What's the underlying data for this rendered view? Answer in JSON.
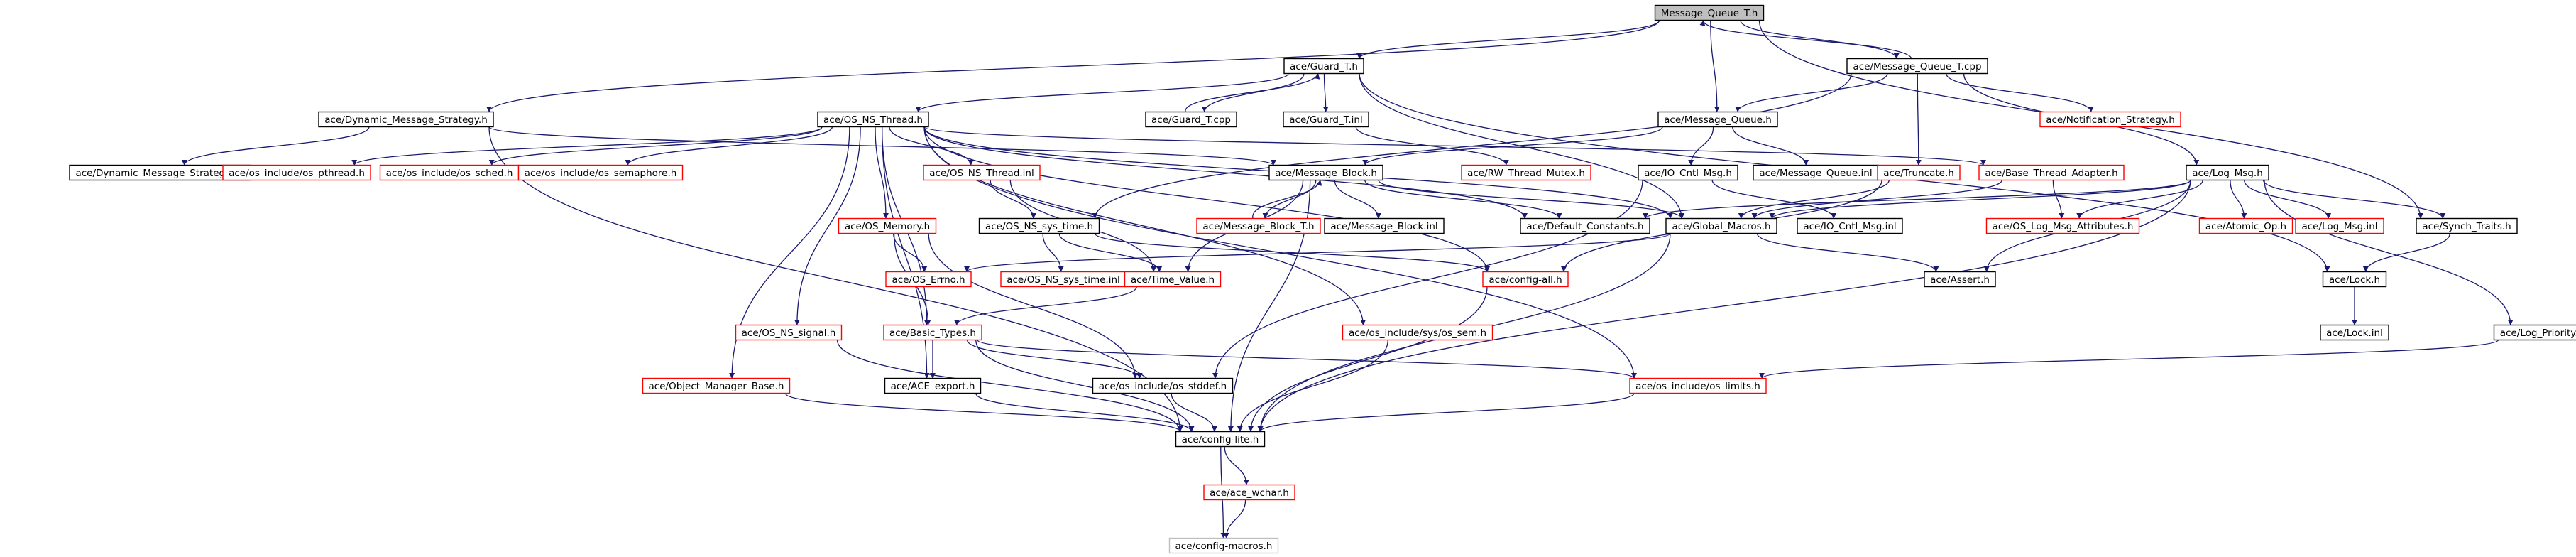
{
  "colors": {
    "background": "#ffffff",
    "edge": "#191970",
    "edge_inherit": "#7b8bb8",
    "highlight_fill": "#bfbfbf",
    "border_normal": "#000000",
    "border_missing": "#ff0000",
    "border_grey": "#bfbfbf",
    "text": "#000000"
  },
  "nodes": [
    {
      "id": "mqt_h",
      "label": "Message_Queue_T.h",
      "style": "highlight"
    },
    {
      "id": "guard_t_h",
      "label": "ace/Guard_T.h",
      "style": "normal"
    },
    {
      "id": "mqt_cpp",
      "label": "ace/Message_Queue_T.cpp",
      "style": "normal"
    },
    {
      "id": "dms_h",
      "label": "ace/Dynamic_Message_Strategy.h",
      "style": "normal"
    },
    {
      "id": "nsthr_h",
      "label": "ace/OS_NS_Thread.h",
      "style": "normal"
    },
    {
      "id": "guard_cpp",
      "label": "ace/Guard_T.cpp",
      "style": "normal"
    },
    {
      "id": "guard_inl",
      "label": "ace/Guard_T.inl",
      "style": "normal"
    },
    {
      "id": "mq_h",
      "label": "ace/Message_Queue.h",
      "style": "normal"
    },
    {
      "id": "notif",
      "label": "ace/Notification_Strategy.h",
      "style": "missing"
    },
    {
      "id": "dms_inl",
      "label": "ace/Dynamic_Message_Strategy.inl",
      "style": "normal"
    },
    {
      "id": "pthread",
      "label": "ace/os_include/os_pthread.h",
      "style": "missing"
    },
    {
      "id": "sched",
      "label": "ace/os_include/os_sched.h",
      "style": "missing"
    },
    {
      "id": "sema",
      "label": "ace/os_include/os_semaphore.h",
      "style": "missing"
    },
    {
      "id": "nsthr_inl",
      "label": "ace/OS_NS_Thread.inl",
      "style": "missing"
    },
    {
      "id": "mb_h",
      "label": "ace/Message_Block.h",
      "style": "normal"
    },
    {
      "id": "rwmutex",
      "label": "ace/RW_Thread_Mutex.h",
      "style": "missing"
    },
    {
      "id": "iocntl_h",
      "label": "ace/IO_Cntl_Msg.h",
      "style": "normal"
    },
    {
      "id": "mq_inl",
      "label": "ace/Message_Queue.inl",
      "style": "normal"
    },
    {
      "id": "truncate",
      "label": "ace/Truncate.h",
      "style": "missing"
    },
    {
      "id": "bta",
      "label": "ace/Base_Thread_Adapter.h",
      "style": "missing"
    },
    {
      "id": "logmsg",
      "label": "ace/Log_Msg.h",
      "style": "normal"
    },
    {
      "id": "mem",
      "label": "ace/OS_Memory.h",
      "style": "missing"
    },
    {
      "id": "nstime_h",
      "label": "ace/OS_NS_sys_time.h",
      "style": "normal"
    },
    {
      "id": "mbt_h",
      "label": "ace/Message_Block_T.h",
      "style": "missing"
    },
    {
      "id": "mb_inl",
      "label": "ace/Message_Block.inl",
      "style": "normal"
    },
    {
      "id": "defconst",
      "label": "ace/Default_Constants.h",
      "style": "normal"
    },
    {
      "id": "globmac",
      "label": "ace/Global_Macros.h",
      "style": "normal"
    },
    {
      "id": "iocntl_inl",
      "label": "ace/IO_Cntl_Msg.inl",
      "style": "normal"
    },
    {
      "id": "logattr",
      "label": "ace/OS_Log_Msg_Attributes.h",
      "style": "missing"
    },
    {
      "id": "atomic",
      "label": "ace/Atomic_Op.h",
      "style": "missing"
    },
    {
      "id": "logmsg_inl",
      "label": "ace/Log_Msg.inl",
      "style": "missing"
    },
    {
      "id": "synch",
      "label": "ace/Synch_Traits.h",
      "style": "normal"
    },
    {
      "id": "errno",
      "label": "ace/OS_Errno.h",
      "style": "missing"
    },
    {
      "id": "nstime_inl",
      "label": "ace/OS_NS_sys_time.inl",
      "style": "missing"
    },
    {
      "id": "timeval",
      "label": "ace/Time_Value.h",
      "style": "missing"
    },
    {
      "id": "cfgall",
      "label": "ace/config-all.h",
      "style": "missing"
    },
    {
      "id": "assert",
      "label": "ace/Assert.h",
      "style": "normal"
    },
    {
      "id": "lock_h",
      "label": "ace/Lock.h",
      "style": "normal"
    },
    {
      "id": "nssignal",
      "label": "ace/OS_NS_signal.h",
      "style": "missing"
    },
    {
      "id": "basic",
      "label": "ace/Basic_Types.h",
      "style": "missing"
    },
    {
      "id": "ossem",
      "label": "ace/os_include/sys/os_sem.h",
      "style": "missing"
    },
    {
      "id": "lock_inl",
      "label": "ace/Lock.inl",
      "style": "normal"
    },
    {
      "id": "logprio",
      "label": "ace/Log_Priority.h",
      "style": "normal"
    },
    {
      "id": "omb",
      "label": "ace/Object_Manager_Base.h",
      "style": "missing"
    },
    {
      "id": "export",
      "label": "ace/ACE_export.h",
      "style": "normal"
    },
    {
      "id": "stddef",
      "label": "ace/os_include/os_stddef.h",
      "style": "normal"
    },
    {
      "id": "limits",
      "label": "ace/os_include/os_limits.h",
      "style": "missing"
    },
    {
      "id": "cfglite",
      "label": "ace/config-lite.h",
      "style": "normal"
    },
    {
      "id": "wchar",
      "label": "ace/ace_wchar.h",
      "style": "missing"
    },
    {
      "id": "cfgmac",
      "label": "ace/config-macros.h",
      "style": "grey"
    }
  ],
  "edges": [
    [
      "mqt_h",
      "guard_t_h"
    ],
    [
      "mqt_h",
      "mqt_cpp"
    ],
    [
      "mqt_h",
      "dms_h"
    ],
    [
      "mqt_h",
      "mq_h"
    ],
    [
      "mqt_h",
      "synch"
    ],
    [
      "mqt_cpp",
      "mqt_h"
    ],
    [
      "mqt_cpp",
      "mq_h"
    ],
    [
      "mqt_cpp",
      "notif"
    ],
    [
      "mqt_cpp",
      "logmsg"
    ],
    [
      "mqt_cpp",
      "truncate"
    ],
    [
      "mqt_cpp",
      "nstime_h"
    ],
    [
      "guard_t_h",
      "nsthr_h"
    ],
    [
      "guard_t_h",
      "guard_cpp"
    ],
    [
      "guard_t_h",
      "guard_inl"
    ],
    [
      "guard_t_h",
      "lock_h"
    ],
    [
      "guard_t_h",
      "globmac"
    ],
    [
      "guard_cpp",
      "guard_t_h"
    ],
    [
      "guard_inl",
      "rwmutex"
    ],
    [
      "dms_h",
      "dms_inl"
    ],
    [
      "dms_h",
      "mb_h"
    ],
    [
      "dms_h",
      "cfglite"
    ],
    [
      "nsthr_h",
      "pthread"
    ],
    [
      "nsthr_h",
      "sched"
    ],
    [
      "nsthr_h",
      "sema"
    ],
    [
      "nsthr_h",
      "nsthr_inl"
    ],
    [
      "nsthr_h",
      "mem"
    ],
    [
      "nsthr_h",
      "defconst"
    ],
    [
      "nsthr_h",
      "globmac"
    ],
    [
      "nsthr_h",
      "bta"
    ],
    [
      "nsthr_h",
      "nssignal"
    ],
    [
      "nsthr_h",
      "omb"
    ],
    [
      "nsthr_h",
      "basic"
    ],
    [
      "nsthr_h",
      "export"
    ],
    [
      "nsthr_h",
      "ossem"
    ],
    [
      "nsthr_h",
      "cfgall"
    ],
    [
      "nsthr_h",
      "limits"
    ],
    [
      "nsthr_inl",
      "nstime_h"
    ],
    [
      "nsthr_inl",
      "timeval"
    ],
    [
      "mq_h",
      "mb_h"
    ],
    [
      "mq_h",
      "iocntl_h"
    ],
    [
      "mq_h",
      "mq_inl"
    ],
    [
      "mb_h",
      "mbt_h"
    ],
    [
      "mb_h",
      "mb_inl"
    ],
    [
      "mb_h",
      "defconst"
    ],
    [
      "mb_h",
      "globmac"
    ],
    [
      "mb_h",
      "timeval"
    ],
    [
      "mb_h",
      "cfglite"
    ],
    [
      "mbt_h",
      "mb_h"
    ],
    [
      "iocntl_h",
      "iocntl_inl"
    ],
    [
      "iocntl_h",
      "stddef"
    ],
    [
      "truncate",
      "globmac"
    ],
    [
      "truncate",
      "cfgall"
    ],
    [
      "bta",
      "logattr"
    ],
    [
      "bta",
      "globmac"
    ],
    [
      "logmsg",
      "logattr"
    ],
    [
      "logmsg",
      "atomic"
    ],
    [
      "logmsg",
      "logmsg_inl"
    ],
    [
      "logmsg",
      "synch"
    ],
    [
      "logmsg",
      "logprio"
    ],
    [
      "logmsg",
      "globmac"
    ],
    [
      "logmsg",
      "defconst"
    ],
    [
      "logmsg",
      "assert"
    ],
    [
      "logmsg",
      "cfglite"
    ],
    [
      "synch",
      "lock_h"
    ],
    [
      "lock_h",
      "lock_inl"
    ],
    [
      "mem",
      "errno"
    ],
    [
      "mem",
      "basic"
    ],
    [
      "mem",
      "stddef"
    ],
    [
      "nstime_h",
      "timeval"
    ],
    [
      "nstime_h",
      "nstime_inl"
    ],
    [
      "nstime_h",
      "cfgall"
    ],
    [
      "timeval",
      "basic"
    ],
    [
      "globmac",
      "errno"
    ],
    [
      "globmac",
      "assert"
    ],
    [
      "globmac",
      "cfglite"
    ],
    [
      "cfgall",
      "cfglite"
    ],
    [
      "basic",
      "export"
    ],
    [
      "basic",
      "stddef"
    ],
    [
      "basic",
      "limits"
    ],
    [
      "basic",
      "cfglite"
    ],
    [
      "ossem",
      "cfglite"
    ],
    [
      "nssignal",
      "cfglite"
    ],
    [
      "omb",
      "cfglite"
    ],
    [
      "export",
      "cfglite"
    ],
    [
      "stddef",
      "cfglite"
    ],
    [
      "limits",
      "cfglite"
    ],
    [
      "logprio",
      "limits"
    ],
    [
      "cfglite",
      "wchar"
    ],
    [
      "cfglite",
      "cfgmac"
    ],
    [
      "wchar",
      "cfgmac"
    ]
  ]
}
